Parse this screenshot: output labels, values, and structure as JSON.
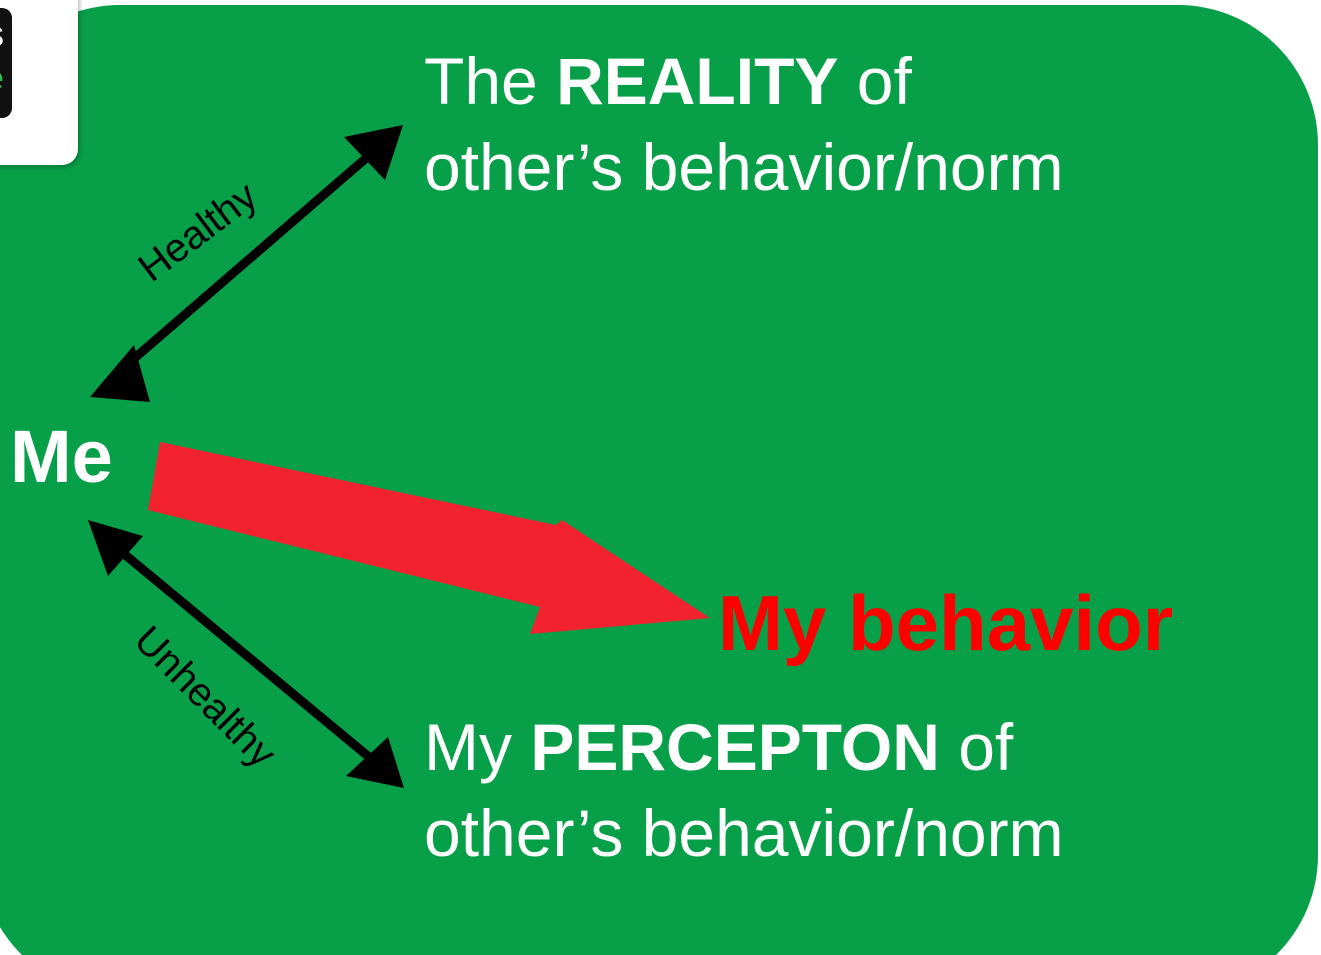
{
  "logo": {
    "line1": "ns",
    "line2": "ve"
  },
  "reality": {
    "prefix": "The ",
    "emphasis": "REALITY",
    "suffix": " of",
    "line2": "other’s behavior/norm"
  },
  "perception": {
    "prefix": "My ",
    "emphasis": "PERCEPTON",
    "suffix": " of",
    "line2": "other’s behavior/norm"
  },
  "me": "Me",
  "my_behavior": "My behavior",
  "arrow_labels": {
    "healthy": "Healthy",
    "unhealthy": "Unhealthy"
  },
  "colors": {
    "panel": "#089f49",
    "text": "#ffffff",
    "behavior": "#ff0000",
    "big_arrow": "#f2222f",
    "connector": "#000000"
  }
}
